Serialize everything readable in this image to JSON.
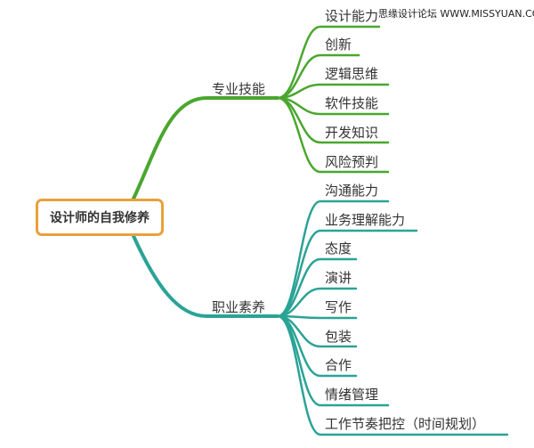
{
  "watermark": "思缘设计论坛 WWW.MISSYUAN.COM",
  "colors": {
    "root_border": "#e8a13a",
    "branch_green": "#4aa62e",
    "branch_teal": "#2aa396",
    "text": "#333333"
  },
  "mindmap": {
    "root": "设计师的自我修养",
    "branches": [
      {
        "label": "专业技能",
        "color": "#4aa62e",
        "children": [
          "设计能力",
          "创新",
          "逻辑思维",
          "软件技能",
          "开发知识",
          "风险预判"
        ]
      },
      {
        "label": "职业素养",
        "color": "#2aa396",
        "children": [
          "沟通能力",
          "业务理解能力",
          "态度",
          "演讲",
          "写作",
          "包装",
          "合作",
          "情绪管理",
          "工作节奏把控（时间规划）"
        ]
      }
    ]
  }
}
